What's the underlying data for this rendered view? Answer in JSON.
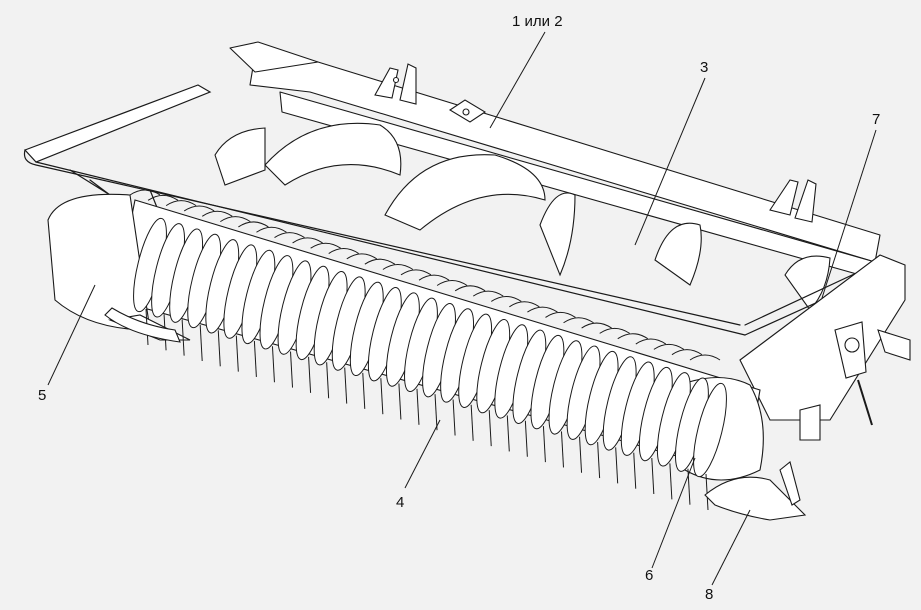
{
  "callouts": {
    "c1": "1 или 2",
    "c3": "3",
    "c4": "4",
    "c5": "5",
    "c6": "6",
    "c7": "7",
    "c8": "8"
  },
  "colors": {
    "background": "#f2f2f2",
    "line": "#1a1a1a",
    "fill": "#ffffff"
  }
}
